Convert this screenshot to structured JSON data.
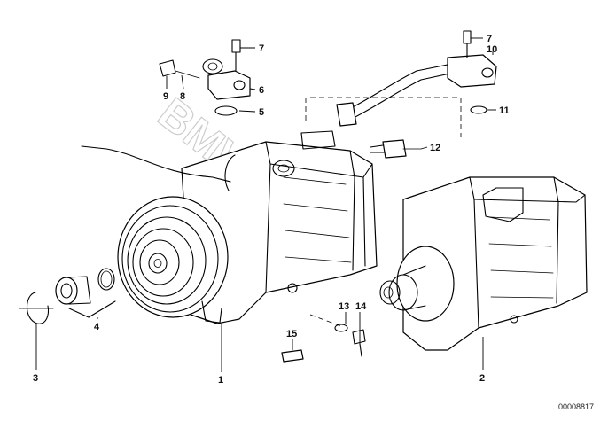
{
  "diagram": {
    "watermark": "BMWstore",
    "diagram_id": "00008817",
    "callouts": [
      {
        "id": "callout-1",
        "label": "1"
      },
      {
        "id": "callout-2",
        "label": "2"
      },
      {
        "id": "callout-3",
        "label": "3"
      },
      {
        "id": "callout-4",
        "label": "4"
      },
      {
        "id": "callout-5",
        "label": "5"
      },
      {
        "id": "callout-6",
        "label": "6"
      },
      {
        "id": "callout-7a",
        "label": "7"
      },
      {
        "id": "callout-7b",
        "label": "7"
      },
      {
        "id": "callout-8",
        "label": "8"
      },
      {
        "id": "callout-9",
        "label": "9"
      },
      {
        "id": "callout-10",
        "label": "10"
      },
      {
        "id": "callout-11",
        "label": "11"
      },
      {
        "id": "callout-12",
        "label": "12"
      },
      {
        "id": "callout-13",
        "label": "13"
      },
      {
        "id": "callout-14",
        "label": "14"
      },
      {
        "id": "callout-15",
        "label": "15"
      }
    ]
  }
}
